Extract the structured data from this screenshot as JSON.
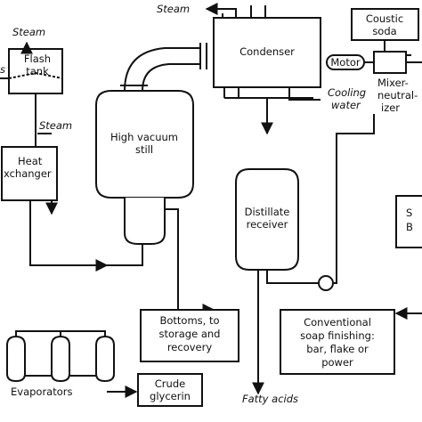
{
  "diagram": {
    "flash_tank": {
      "line1": "Flash",
      "line2": "tank"
    },
    "steam_top_left": "Steam",
    "steam_left": "Steam",
    "steam_top": "Steam",
    "partial_left": "s",
    "heat_exchanger": {
      "line1": "Heat",
      "line2": "xchanger"
    },
    "still": {
      "line1": "High vacuum",
      "line2": "still"
    },
    "condenser": "Condenser",
    "caustic_soda": {
      "line1": "Coustic",
      "line2": "soda"
    },
    "motor": "Motor",
    "mixer": {
      "line1": "Mixer-",
      "line2": "neutral-",
      "line3": "izer"
    },
    "cooling_water": {
      "line1": "Cooling",
      "line2": "water"
    },
    "distillate_receiver": {
      "line1": "Distillate",
      "line2": "receiver"
    },
    "partial_right": {
      "line1": "S",
      "line2": "B"
    },
    "bottoms": {
      "line1": "Bottoms, to",
      "line2": "storage and",
      "line3": "recovery"
    },
    "soap_finishing": {
      "line1": "Conventional",
      "line2": "soap finishing:",
      "line3": "bar, flake or",
      "line4": "power"
    },
    "evaporators": "Evaporators",
    "crude_glycerin": {
      "line1": "Crude",
      "line2": "glycerin"
    },
    "fatty_acids": "Fatty acids"
  }
}
